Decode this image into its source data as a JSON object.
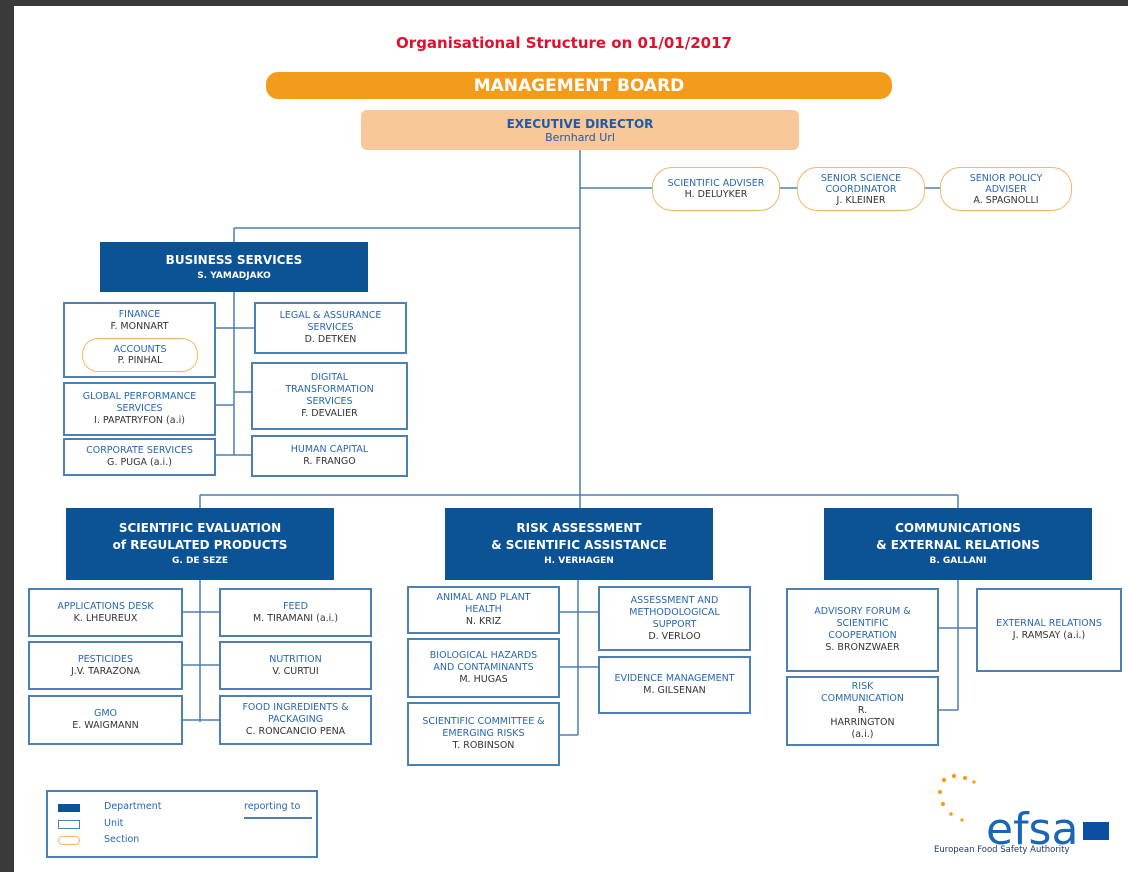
{
  "title": "Organisational Structure on 01/01/2017",
  "management_board": "MANAGEMENT BOARD",
  "executive_director": {
    "title": "EXECUTIVE DIRECTOR",
    "name": "Bernhard Url"
  },
  "advisers": [
    {
      "title": "SCIENTIFIC ADVISER",
      "name": "H. DELUYKER"
    },
    {
      "title": "SENIOR SCIENCE COORDINATOR",
      "name": "J. KLEINER"
    },
    {
      "title": "SENIOR POLICY ADVISER",
      "name": "A. SPAGNOLLI"
    }
  ],
  "business_services": {
    "title": "BUSINESS SERVICES",
    "name": "S. YAMADJAKO",
    "units": [
      {
        "title": "FINANCE",
        "name": "F. MONNART"
      },
      {
        "title": "LEGAL & ASSURANCE SERVICES",
        "name": "D. DETKEN"
      },
      {
        "title": "GLOBAL PERFORMANCE SERVICES",
        "name": "I. PAPATRYFON (a.i)"
      },
      {
        "title": "DIGITAL TRANSFORMATION SERVICES",
        "name": "F. DEVALIER"
      },
      {
        "title": "CORPORATE SERVICES",
        "name": "G. PUGA (a.i.)"
      },
      {
        "title": "HUMAN CAPITAL",
        "name": "R. FRANGO"
      }
    ],
    "section": {
      "title": "ACCOUNTS",
      "name": "P. PINHAL"
    }
  },
  "departments": [
    {
      "title_line1": "SCIENTIFIC EVALUATION",
      "title_line2": "of REGULATED PRODUCTS",
      "name": "G. DE SEZE",
      "units": [
        {
          "title": "APPLICATIONS DESK",
          "name": "K. LHEUREUX"
        },
        {
          "title": "FEED",
          "name": "M. TIRAMANI (a.i.)"
        },
        {
          "title": "PESTICIDES",
          "name": "J.V. TARAZONA"
        },
        {
          "title": "NUTRITION",
          "name": "V. CURTUI"
        },
        {
          "title": "GMO",
          "name": "E. WAIGMANN"
        },
        {
          "title": "FOOD INGREDIENTS & PACKAGING",
          "name": "C. RONCANCIO PENA"
        }
      ]
    },
    {
      "title_line1": "RISK ASSESSMENT",
      "title_line2": "& SCIENTIFIC ASSISTANCE",
      "name": "H. VERHAGEN",
      "units": [
        {
          "title": "ANIMAL AND PLANT HEALTH",
          "name": "N. KRIZ"
        },
        {
          "title": "ASSESSMENT AND METHODOLOGICAL SUPPORT",
          "name": "D. VERLOO"
        },
        {
          "title": "BIOLOGICAL HAZARDS AND CONTAMINANTS",
          "name": "M. HUGAS"
        },
        {
          "title": "EVIDENCE MANAGEMENT",
          "name": "M. GILSENAN"
        },
        {
          "title": "SCIENTIFIC COMMITTEE & EMERGING RISKS",
          "name": "T. ROBINSON"
        }
      ]
    },
    {
      "title_line1": "COMMUNICATIONS",
      "title_line2": "& EXTERNAL RELATIONS",
      "name": "B. GALLANI",
      "units": [
        {
          "title": "ADVISORY FORUM & SCIENTIFIC COOPERATION",
          "name": "S. BRONZWAER"
        },
        {
          "title": "EXTERNAL RELATIONS",
          "name": "J. RAMSAY (a.i.)"
        },
        {
          "title": "RISK COMMUNICATION",
          "name": "R. HARRINGTON (a.i.)"
        }
      ]
    }
  ],
  "legend": {
    "department": "Department",
    "unit": "Unit",
    "section": "Section",
    "reporting_to": "reporting to"
  },
  "logo": {
    "word": "efsa",
    "subtitle": "European Food Safety Authority"
  },
  "colors": {
    "department": "#0b5394",
    "board": "#f39c1b",
    "executive": "#f8c89b",
    "section_border": "#f5b56a",
    "unit_border": "#4d7fb4",
    "title": "#e0102e"
  }
}
